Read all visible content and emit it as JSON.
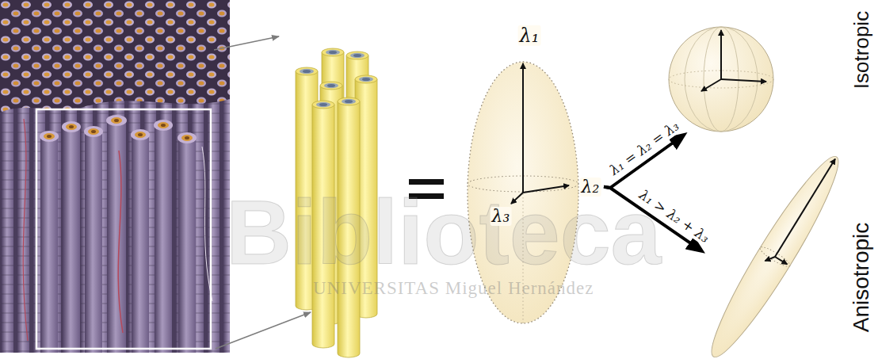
{
  "diagram": {
    "nodes": [
      {
        "text": [
          "λ₁",
          "λ₂",
          "λ₃"
        ]
      },
      {
        "text": [
          "Isotropic"
        ]
      },
      {
        "text": [
          "Anisotropic"
        ]
      }
    ],
    "edges": [
      {
        "from": 0,
        "to": 1,
        "arrow": "to",
        "label": "λ₁ = λ₂ = λ₃"
      },
      {
        "from": 0,
        "to": 2,
        "arrow": "to",
        "label": "λ₁ > λ₂ + λ₃"
      }
    ],
    "labels": [
      "Biblioteca",
      "UNIVERSITAS Miguel Hernández"
    ]
  }
}
